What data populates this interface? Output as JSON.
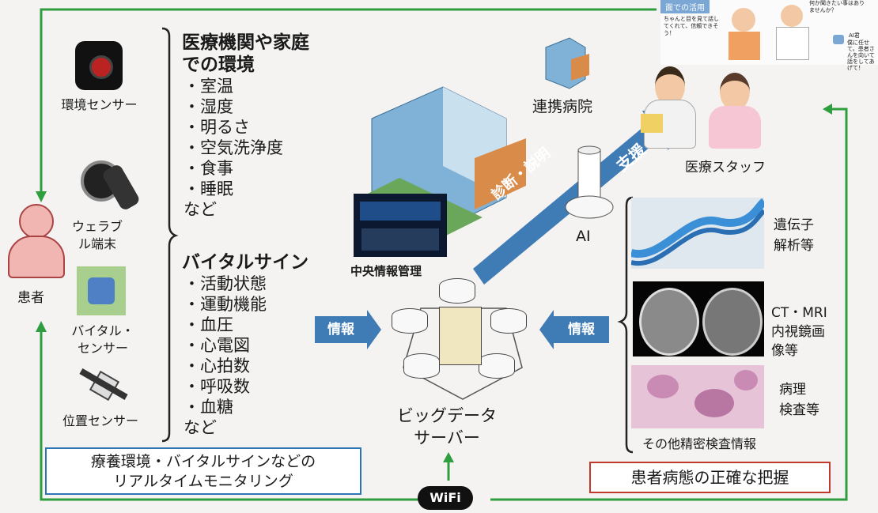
{
  "colors": {
    "line_green": "#2f9e3f",
    "arrow_blue": "#3f7bb5",
    "frame_blue": "#2e75b6",
    "frame_red": "#c0392b"
  },
  "env": {
    "title_line1": "医療機関や家庭",
    "title_line2": "での環境",
    "items": [
      "・室温",
      "・湿度",
      "・明るさ",
      "・空気洗浄度",
      "・食事",
      "・睡眠",
      "など"
    ]
  },
  "vital": {
    "title": "バイタルサイン",
    "items": [
      "・活動状態",
      "・運動機能",
      "・血圧",
      "・心電図",
      "・心拍数",
      "・呼吸数",
      "・血糖",
      "など"
    ]
  },
  "sensors": {
    "env_sensor": "環境センサー",
    "wearable_line1": "ウェラブ",
    "wearable_line2": "ル端末",
    "vital_line1": "バイタル・",
    "vital_line2": "センサー",
    "location": "位置センサー"
  },
  "patient": "患者",
  "partner_hospital": "連携病院",
  "central": "中央情報管理",
  "ai": "AI",
  "diagnosis": "診断・説明",
  "support": "支援",
  "medical_staff": "医療スタッフ",
  "info_left": "情報",
  "info_right": "情報",
  "server_line1": "ビッグデータ",
  "server_line2": "サーバー",
  "gene_line1": "遺伝子",
  "gene_line2": "解析等",
  "ct_line1": "CT・MRI",
  "ct_line2": "内視鏡画",
  "ct_line3": "像等",
  "patho_line1": "病理",
  "patho_line2": "検査等",
  "other_tests": "その他精密検査情報",
  "monitoring_line1": "療養環境・バイタルサインなどの",
  "monitoring_line2": "リアルタイムモニタリング",
  "accurate": "患者病態の正確な把握",
  "wifi": "WiFi",
  "top_right_bubble": "面での活用",
  "top_right_text1": "ちゃんと目を見て話してくれて、信頼できそう！",
  "top_right_text2": "何か聞きたい事はありませんか？",
  "top_right_text3": "僕に任せて。患者さんを向いて話をしてあげて！",
  "top_right_ai": "AI君"
}
